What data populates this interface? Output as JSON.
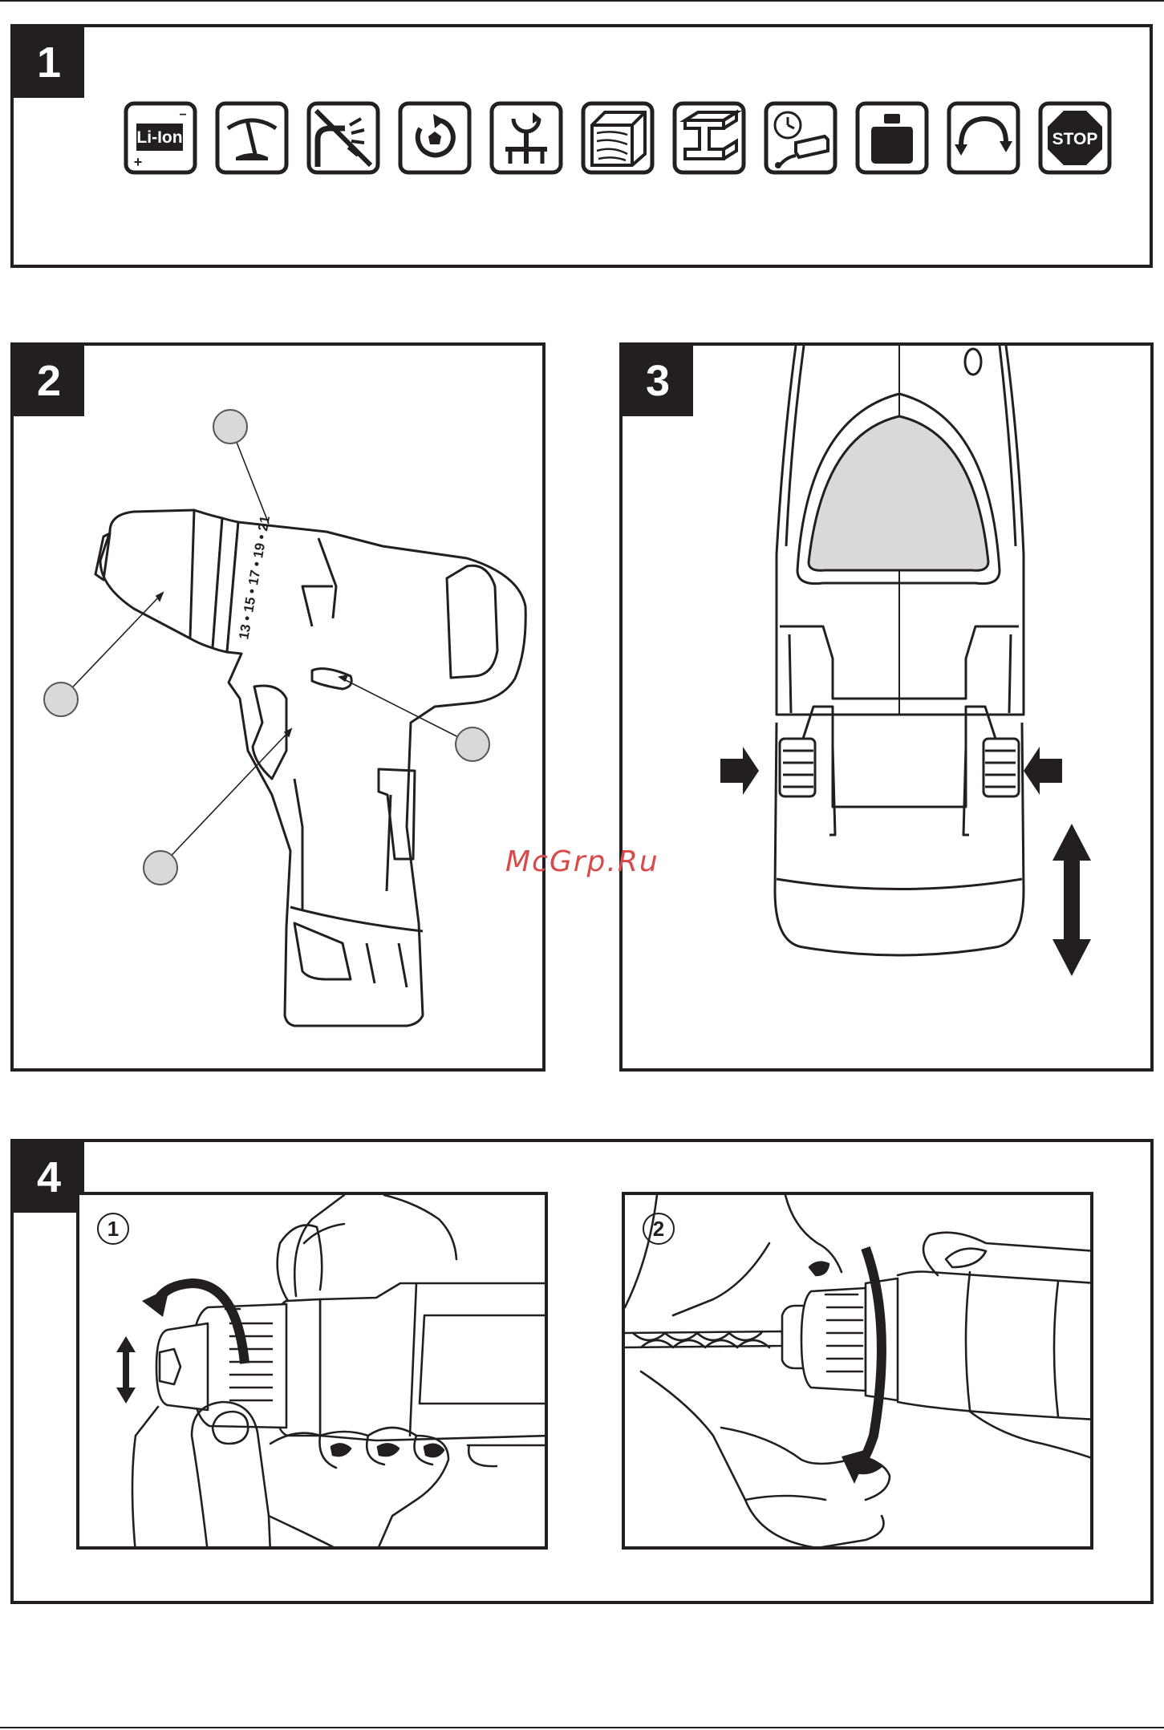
{
  "panels": {
    "p1": {
      "number": "1"
    },
    "p2": {
      "number": "2"
    },
    "p3": {
      "number": "3"
    },
    "p4": {
      "number": "4"
    }
  },
  "icons": {
    "battery_label": "Li-Ion",
    "battery_minus": "−",
    "battery_plus": "+",
    "stop_label": "STOP"
  },
  "collar": {
    "scale_text": "13 • 15 • 17 • 19 • 21"
  },
  "steps": {
    "s1": "1",
    "s2": "2"
  },
  "watermark": "McGrp.Ru"
}
